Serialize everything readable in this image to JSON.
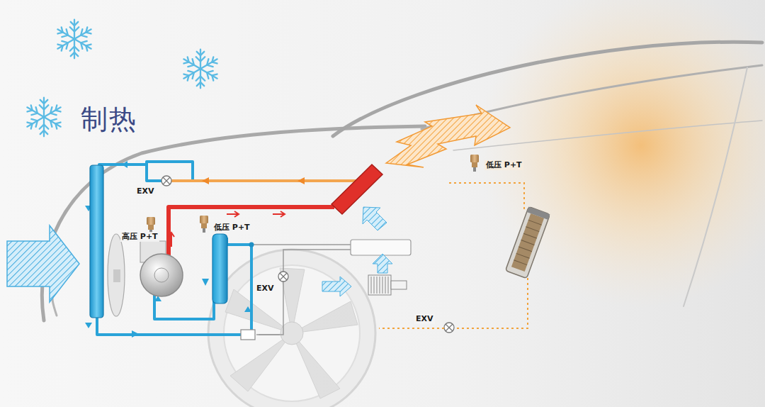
{
  "diagram": {
    "title": "制热",
    "labels": [
      "EXV",
      "高压 P+T",
      "低压 P+T",
      "低压 P+T",
      "EXV",
      "EXV"
    ]
  }
}
